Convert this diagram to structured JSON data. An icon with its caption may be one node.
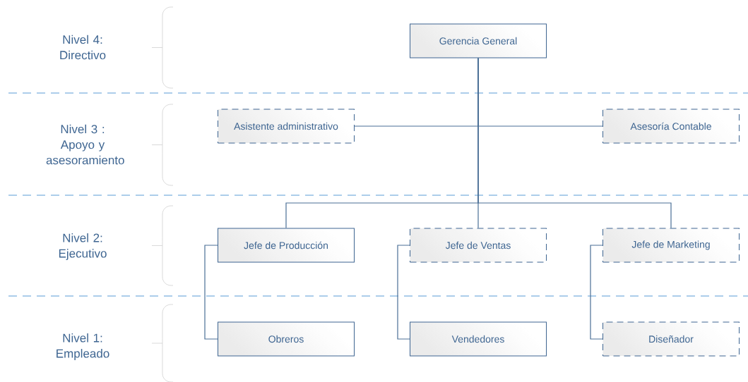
{
  "diagram": {
    "nodes": [
      {
        "text": [
          "Gerencia General"
        ]
      },
      {
        "text": [
          "Asistente administrativo"
        ]
      },
      {
        "text": [
          "Asesoría Contable"
        ]
      },
      {
        "text": [
          "Jefe de Producción"
        ]
      },
      {
        "text": [
          "Jefe de Ventas"
        ]
      },
      {
        "text": [
          "Jefe de Marketing"
        ]
      },
      {
        "text": [
          "Obreros"
        ]
      },
      {
        "text": [
          "Vendedores"
        ]
      },
      {
        "text": [
          "Diseñador"
        ]
      }
    ],
    "edges": [
      {
        "from": 0,
        "to": 1,
        "arrow": "none"
      },
      {
        "from": 0,
        "to": 2,
        "arrow": "none"
      },
      {
        "from": 0,
        "to": 3,
        "arrow": "none"
      },
      {
        "from": 0,
        "to": 4,
        "arrow": "none"
      },
      {
        "from": 0,
        "to": 5,
        "arrow": "none"
      },
      {
        "from": 3,
        "to": 6,
        "arrow": "none"
      },
      {
        "from": 4,
        "to": 7,
        "arrow": "none"
      },
      {
        "from": 5,
        "to": 8,
        "arrow": "none"
      }
    ],
    "labels": [
      "Nivel 4: Directivo",
      "Nivel 3 : Apoyo y asesoramiento",
      "Nivel 2: Ejecutivo",
      "Nivel 1: Empleado"
    ]
  }
}
